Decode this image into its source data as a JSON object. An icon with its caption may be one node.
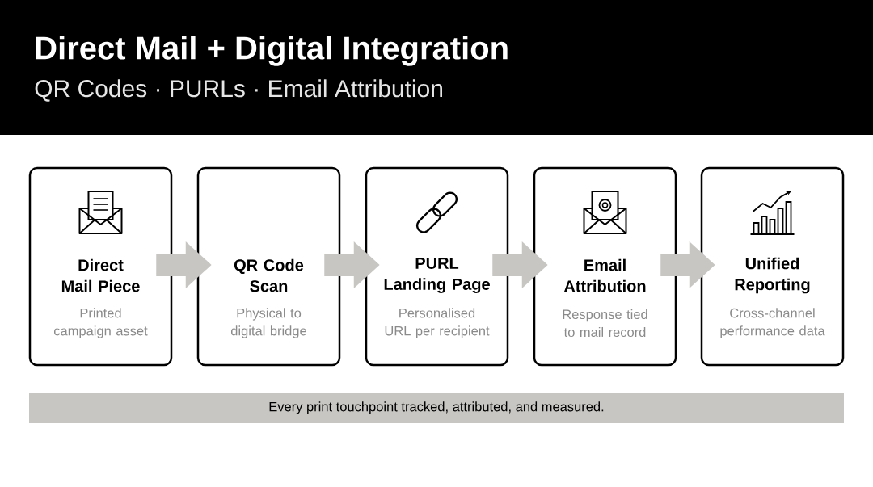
{
  "diagram": {
    "title": "Direct Mail + Digital Integration",
    "nodes": [
      {
        "text": [
          "Direct Mail Piece",
          "Printed campaign asset"
        ]
      },
      {
        "text": [
          "QR Code Scan",
          "Physical to digital bridge"
        ]
      },
      {
        "text": [
          "PURL Landing Page",
          "Personalised URL per recipient"
        ]
      },
      {
        "text": [
          "Email Attribution",
          "Response tied to mail record"
        ]
      },
      {
        "text": [
          "Unified Reporting",
          "Cross-channel performance data"
        ]
      },
      {
        "text": [
          "Every print touchpoint tracked, attributed, and measured."
        ]
      }
    ],
    "edges": [
      {
        "from": 0,
        "to": 1,
        "arrow": "to"
      },
      {
        "from": 1,
        "to": 2,
        "arrow": "to"
      },
      {
        "from": 2,
        "to": 3,
        "arrow": "to"
      },
      {
        "from": 3,
        "to": 4,
        "arrow": "to"
      }
    ],
    "labels": [
      "QR Codes · PURLs · Email Attribution"
    ]
  }
}
